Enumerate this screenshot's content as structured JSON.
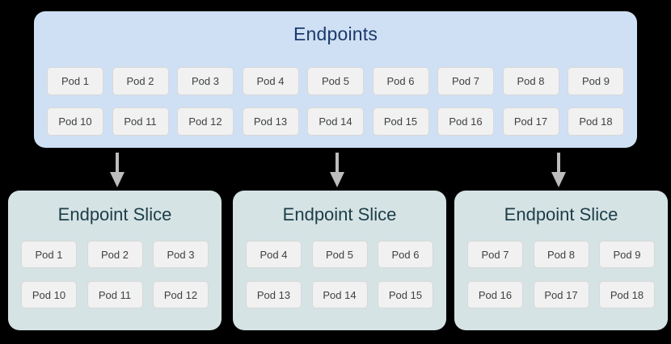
{
  "diagram": {
    "endpoints": {
      "title": "Endpoints",
      "bg_color": "#cfe0f4",
      "title_color": "#1b3a6b",
      "rows": [
        [
          "Pod 1",
          "Pod 2",
          "Pod 3",
          "Pod 4",
          "Pod 5",
          "Pod 6",
          "Pod 7",
          "Pod 8",
          "Pod 9"
        ],
        [
          "Pod 10",
          "Pod 11",
          "Pod 12",
          "Pod 13",
          "Pod 14",
          "Pod 15",
          "Pod 16",
          "Pod 17",
          "Pod 18"
        ]
      ]
    },
    "arrows": [
      {
        "name": "arrow-to-slice-1",
        "direction": "down",
        "color": "#bdbdbd"
      },
      {
        "name": "arrow-to-slice-2",
        "direction": "down",
        "color": "#bdbdbd"
      },
      {
        "name": "arrow-to-slice-3",
        "direction": "down",
        "color": "#bdbdbd"
      }
    ],
    "slices": [
      {
        "title": "Endpoint Slice",
        "bg_color": "#d5e3e5",
        "title_color": "#1d3d47",
        "rows": [
          [
            "Pod 1",
            "Pod 2",
            "Pod 3"
          ],
          [
            "Pod 10",
            "Pod 11",
            "Pod 12"
          ]
        ]
      },
      {
        "title": "Endpoint Slice",
        "bg_color": "#d5e3e5",
        "title_color": "#1d3d47",
        "rows": [
          [
            "Pod 4",
            "Pod 5",
            "Pod 6"
          ],
          [
            "Pod 13",
            "Pod 14",
            "Pod 15"
          ]
        ]
      },
      {
        "title": "Endpoint Slice",
        "bg_color": "#d5e3e5",
        "title_color": "#1d3d47",
        "rows": [
          [
            "Pod 7",
            "Pod 8",
            "Pod 9"
          ],
          [
            "Pod 16",
            "Pod 17",
            "Pod 18"
          ]
        ]
      }
    ],
    "pod_style": {
      "bg_color": "#f1f1f1",
      "border_color": "#d8d8d8",
      "text_color": "#3d4043"
    },
    "page_background": "#000000"
  }
}
